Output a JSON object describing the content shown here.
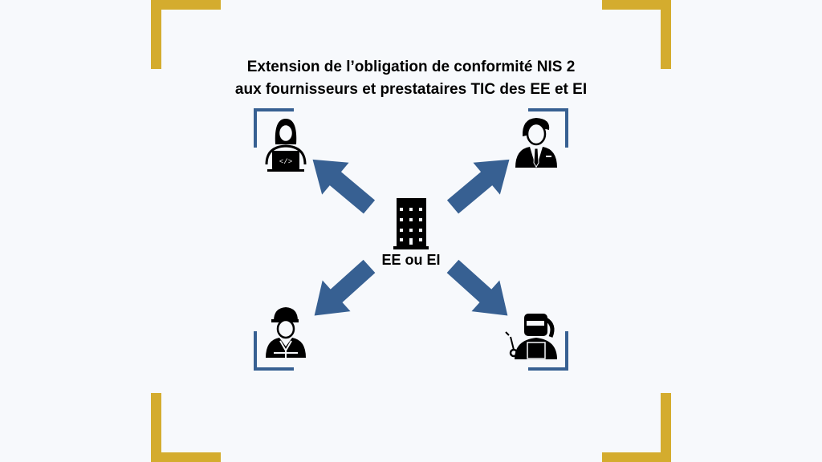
{
  "title": {
    "line1": "Extension de l’obligation de conformité NIS 2",
    "line2": "aux fournisseurs et prestataires TIC des EE et EI"
  },
  "center": {
    "label": "EE ou EI",
    "icon": "building-icon"
  },
  "actors": [
    {
      "icon": "developer-icon"
    },
    {
      "icon": "businessman-icon"
    },
    {
      "icon": "construction-worker-icon"
    },
    {
      "icon": "welder-icon"
    }
  ],
  "colors": {
    "frame": "#d4ac2e",
    "accent": "#376092",
    "background": "#f7f9fc"
  }
}
